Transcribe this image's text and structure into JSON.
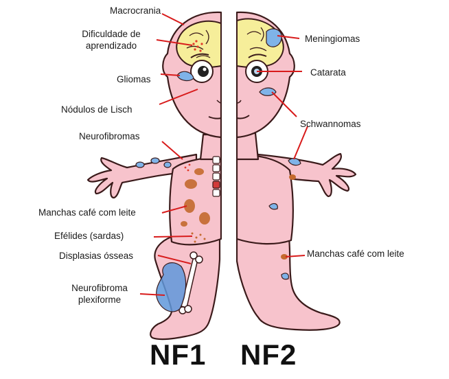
{
  "colors": {
    "skin": "#f7c3cc",
    "skin_outline": "#3a1a1a",
    "brain": "#f6ee9a",
    "tumor_blue": "#7fb3e8",
    "cafe_au_lait": "#c46a2e",
    "leader_line": "#d81b1b"
  },
  "icons": [
    "brain-icon",
    "eye-icon",
    "bone-icon",
    "spine-icon"
  ],
  "nf1": {
    "title": "NF1",
    "labels": [
      {
        "key": "macrocrania",
        "text": "Macrocrania"
      },
      {
        "key": "dificuldade",
        "lines": [
          "Dificuldade de",
          "aprendizado"
        ]
      },
      {
        "key": "gliomas",
        "text": "Gliomas"
      },
      {
        "key": "lisch",
        "text": "Nódulos de Lisch"
      },
      {
        "key": "neurofibromas",
        "text": "Neurofibromas"
      },
      {
        "key": "manchas",
        "text": "Manchas café com leite"
      },
      {
        "key": "efelides",
        "text": "Efélides (sardas)"
      },
      {
        "key": "displasias",
        "text": "Displasias ósseas"
      },
      {
        "key": "plexiforme",
        "lines": [
          "Neurofibroma",
          "plexiforme"
        ]
      }
    ]
  },
  "nf2": {
    "title": "NF2",
    "labels": [
      {
        "key": "meningiomas",
        "text": "Meningiomas"
      },
      {
        "key": "catarata",
        "text": "Catarata"
      },
      {
        "key": "schwannomas",
        "text": "Schwannomas"
      },
      {
        "key": "manchas2",
        "text": "Manchas café com leite"
      }
    ]
  }
}
